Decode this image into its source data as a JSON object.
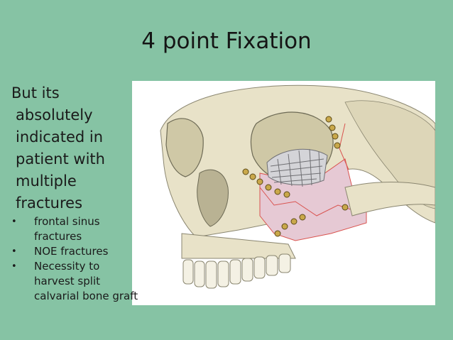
{
  "slide": {
    "title": "4 point Fixation",
    "lead_lines": [
      "But its",
      "absolutely",
      "indicated in",
      "patient with",
      "multiple",
      "fractures"
    ],
    "bullets": [
      {
        "lines": [
          "frontal sinus",
          "fractures"
        ]
      },
      {
        "lines": [
          "NOE fractures"
        ]
      },
      {
        "lines": [
          "Necessity to",
          "harvest split",
          "calvarial bone graft"
        ]
      }
    ],
    "bullet_symbol": "•",
    "figure": {
      "kind": "skull-illustration",
      "depicts": "skull with fixation plates and orbital mesh"
    },
    "colors": {
      "background": "#86c3a4",
      "bone": "#e8e2c8",
      "fracture_region": "#e6c9d4",
      "fracture_lines": "#d9534f",
      "plate": "#c9a84a"
    }
  }
}
